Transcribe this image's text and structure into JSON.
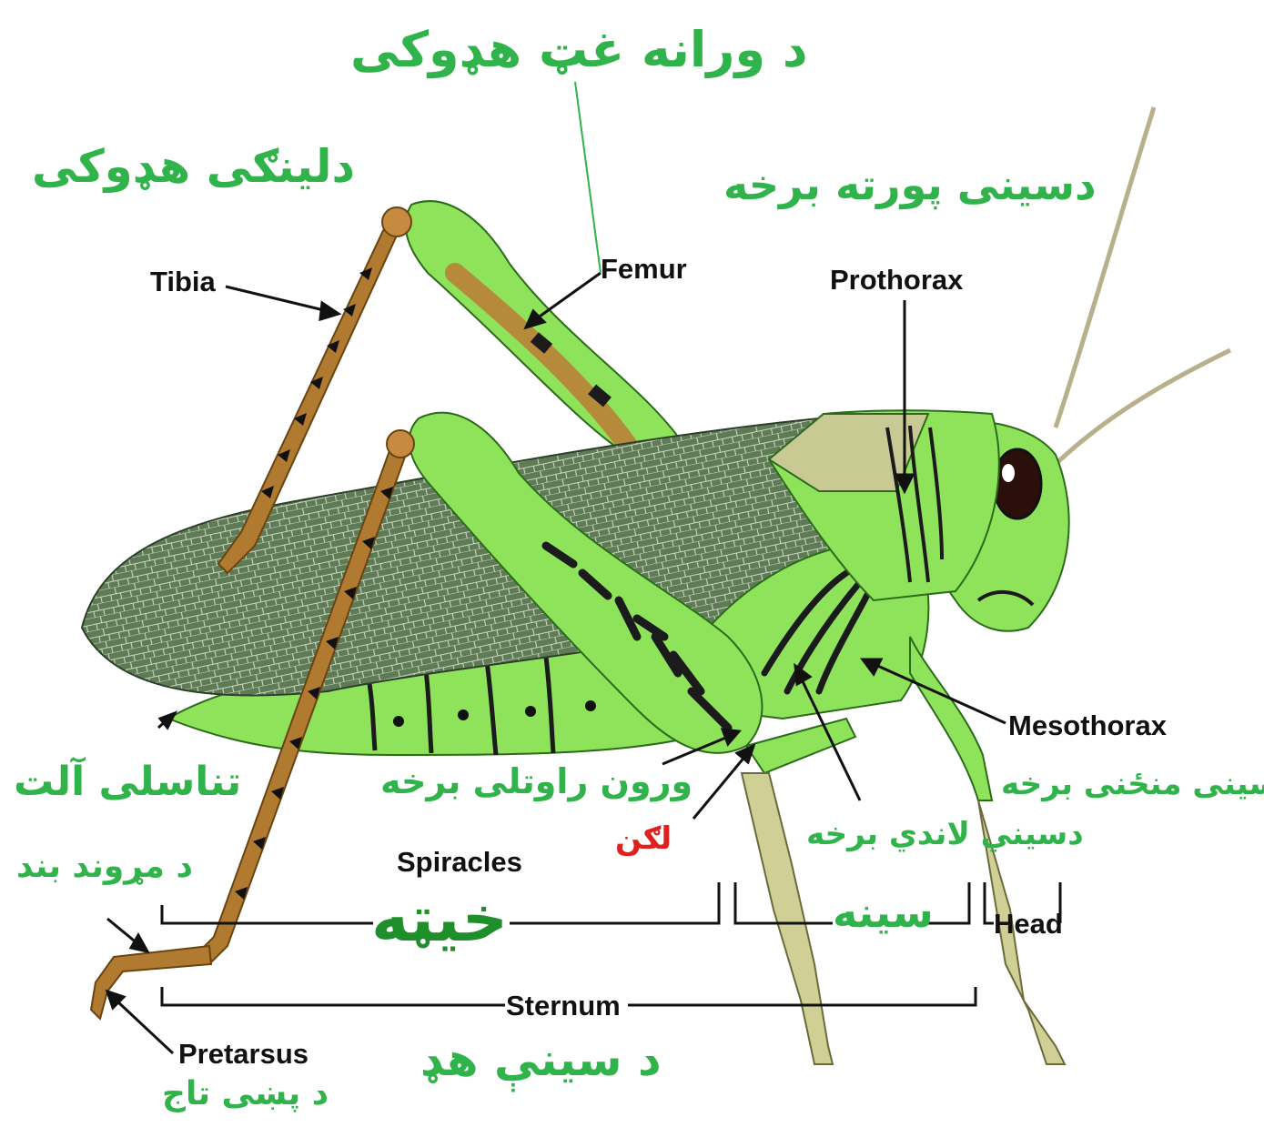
{
  "colors": {
    "pashto_label": "#2fb34a",
    "red_label": "#e0201f",
    "english_label": "#111111",
    "body_green": "#8fe35a",
    "wing": "#5e7a55",
    "leg_brown": "#b07a30",
    "pronotum": "#c9c993",
    "leg_tan": "#cfcf96"
  },
  "labels": {
    "en": {
      "tibia": "Tibia",
      "femur": "Femur",
      "prothorax": "Prothorax",
      "mesothorax": "Mesothorax",
      "spiracles": "Spiracles",
      "head": "Head",
      "sternum": "Sternum",
      "pretarsus": "Pretarsus"
    },
    "ps": {
      "hind_femur": "د ورانه غټ هډوکی",
      "tibia": "دلینګی هډوکی",
      "prothorax": "دسینی پورته برخه",
      "genitalia": "تناسلی آلت",
      "joint": "د مړوند بند",
      "pretarsus": "د پښی تاج",
      "spiracles": "ورون راوتلی برخه",
      "coxa": "لګن",
      "metathorax": "دسيني لاندي برخه",
      "mesothorax": "د سینی منځنی برخه",
      "abdomen": "خیټه",
      "thorax": "سینه",
      "sternum": "د سینې هډ"
    }
  }
}
